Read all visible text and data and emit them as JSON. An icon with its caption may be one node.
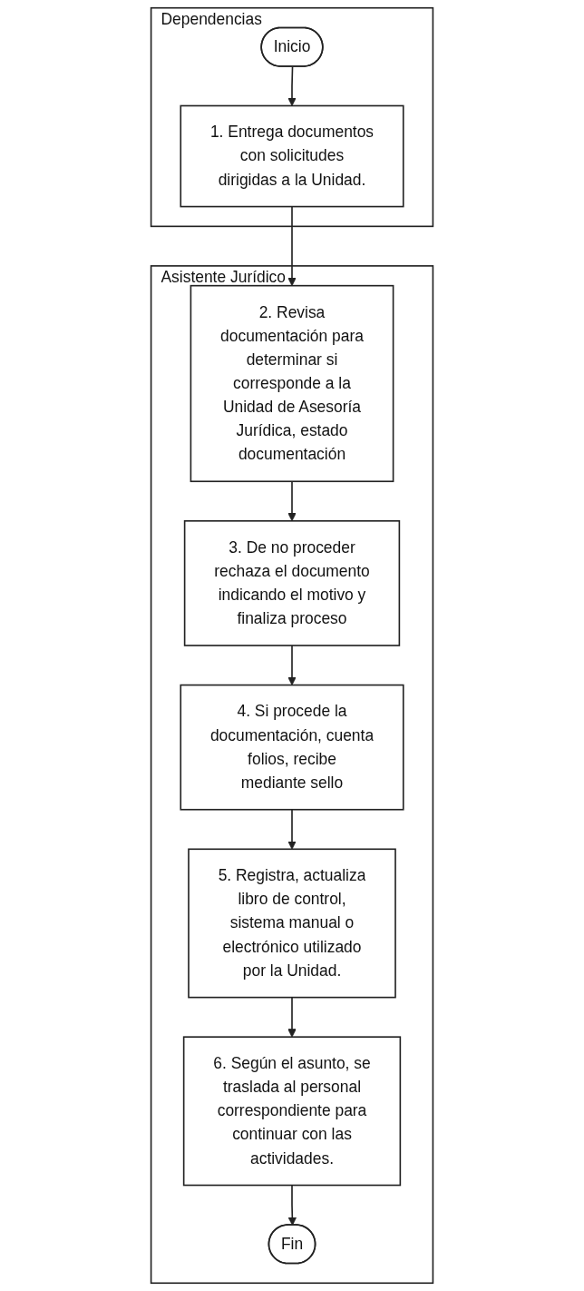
{
  "diagram": {
    "nodes": [
      {
        "text": [
          "Dependencias"
        ]
      },
      {
        "text": [
          "Inicio"
        ],
        "in": 0
      },
      {
        "text": [
          "1. Entrega documentos con solicitudes dirigidas a la Unidad."
        ],
        "in": 0
      },
      {
        "text": [
          "Asistente Jurídico"
        ]
      },
      {
        "text": [
          "2. Revisa documentación para determinar si corresponde a la Unidad de Asesoría Jurídica, estado documentación"
        ],
        "in": 3
      },
      {
        "text": [
          "3. De no proceder rechaza el documento indicando el motivo y finaliza proceso"
        ],
        "in": 3
      },
      {
        "text": [
          "4. Si procede la documentación, cuenta folios, recibe mediante sello"
        ],
        "in": 3
      },
      {
        "text": [
          "5. Registra, actualiza libro de control, sistema manual o electrónico utilizado por la Unidad."
        ],
        "in": 3
      },
      {
        "text": [
          "6. Según el asunto, se traslada al personal correspondiente para continuar con las actividades."
        ],
        "in": 3
      },
      {
        "text": [
          "Fin"
        ],
        "in": 3
      }
    ],
    "edges": [
      {
        "from": 1,
        "to": 2,
        "arrow": "to"
      },
      {
        "from": 2,
        "to": 4,
        "arrow": "to"
      },
      {
        "from": 4,
        "to": 5,
        "arrow": "to"
      },
      {
        "from": 5,
        "to": 6,
        "arrow": "to"
      },
      {
        "from": 6,
        "to": 7,
        "arrow": "to"
      },
      {
        "from": 7,
        "to": 8,
        "arrow": "to"
      },
      {
        "from": 8,
        "to": 9,
        "arrow": "to"
      }
    ]
  }
}
